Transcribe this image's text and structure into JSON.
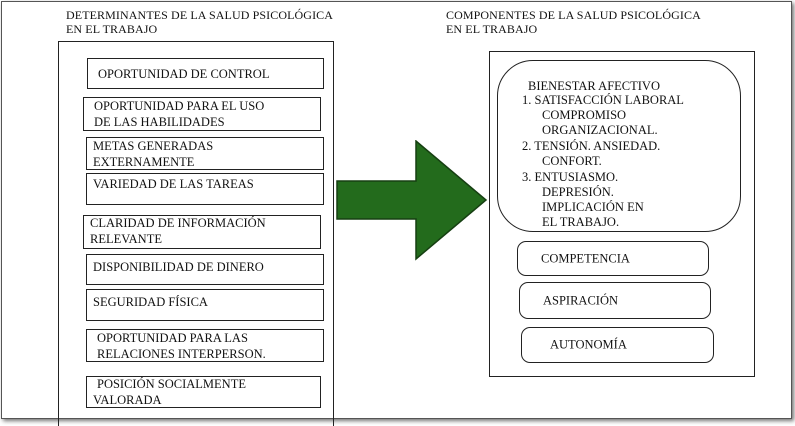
{
  "left": {
    "heading": [
      "DETERMINANTES DE LA SALUD PSICOLÓGICA",
      "EN EL TRABAJO"
    ],
    "boxes": [
      [
        "OPORTUNIDAD DE CONTROL"
      ],
      [
        "OPORTUNIDAD PARA EL USO",
        "DE LAS HABILIDADES"
      ],
      [
        "METAS GENERADAS",
        "EXTERNAMENTE"
      ],
      [
        "VARIEDAD DE LAS TAREAS"
      ],
      [
        "CLARIDAD DE INFORMACIÓN",
        "RELEVANTE"
      ],
      [
        "DISPONIBILIDAD DE DINERO"
      ],
      [
        "SEGURIDAD FÍSICA"
      ],
      [
        "OPORTUNIDAD PARA LAS",
        "RELACIONES  INTERPERSON."
      ],
      [
        "POSICIÓN SOCIALMENTE",
        "VALORADA"
      ]
    ]
  },
  "right": {
    "heading": [
      "COMPONENTES DE LA SALUD PSICOLÓGICA",
      "EN EL TRABAJO"
    ],
    "wellbeing": {
      "title": "BIENESTAR AFECTIVO",
      "items": [
        "1.  SATISFACCIÓN LABORAL",
        "COMPROMISO",
        "ORGANIZACIONAL.",
        "2. TENSIÓN. ANSIEDAD.",
        "CONFORT.",
        "3.  ENTUSIASMO.",
        "DEPRESIÓN.",
        "IMPLICACIÓN EN",
        "EL TRABAJO."
      ]
    },
    "components": [
      "COMPETENCIA",
      "ASPIRACIÓN",
      "AUTONOMÍA"
    ]
  },
  "colors": {
    "arrow_fill": "#236b1c",
    "arrow_stroke": "#163f12",
    "border": "#222222"
  }
}
